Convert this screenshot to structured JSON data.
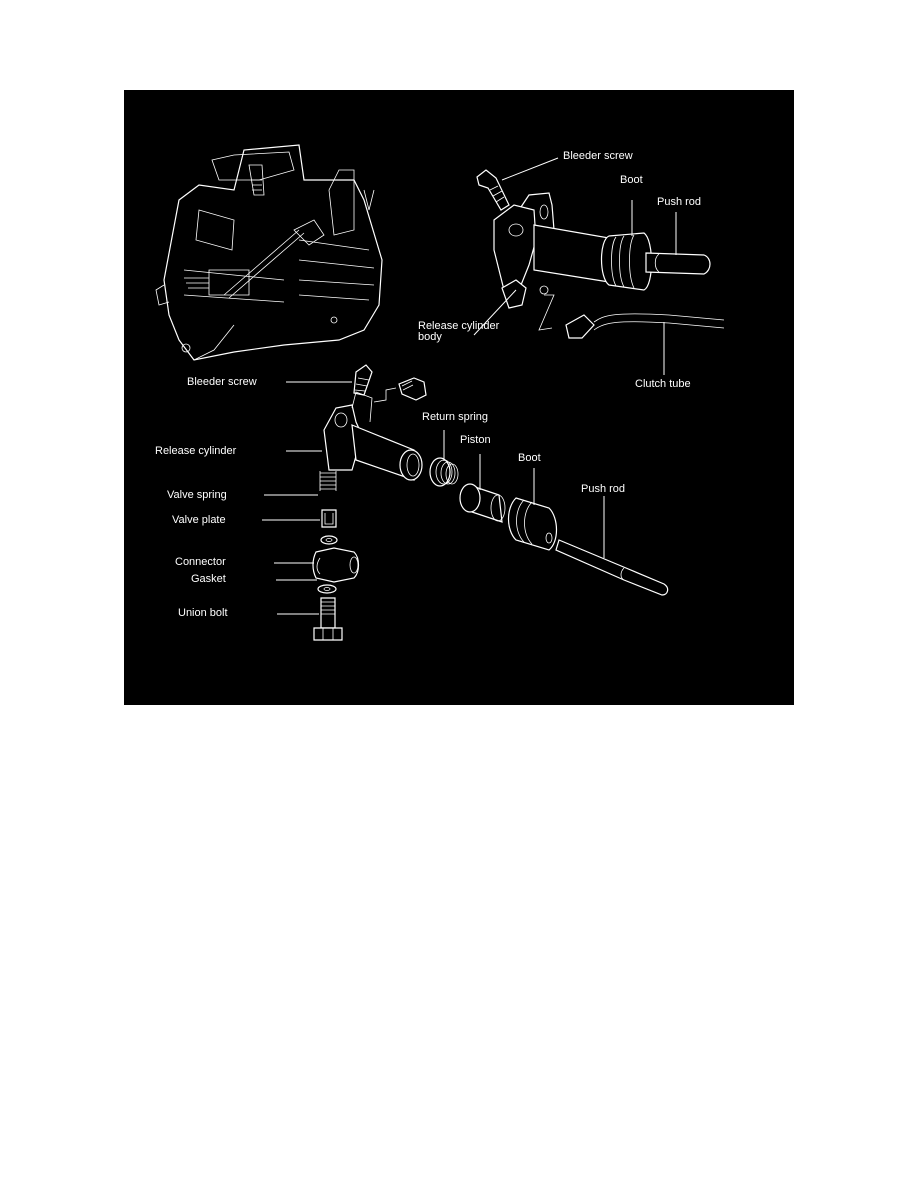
{
  "figure": {
    "background": "#000000",
    "foreground": "#ffffff",
    "top_view": {
      "labels": {
        "bleeder_screw": "Bleeder screw",
        "boot": "Boot",
        "push_rod": "Push rod",
        "release_cylinder_body_line1": "Release cylinder",
        "release_cylinder_body_line2": "body",
        "clutch_tube": "Clutch tube"
      }
    },
    "exploded_view": {
      "labels": {
        "bleeder_screw": "Bleeder screw",
        "return_spring": "Return spring",
        "release_cylinder": "Release cylinder",
        "piston": "Piston",
        "boot": "Boot",
        "push_rod": "Push rod",
        "valve_spring": "Valve spring",
        "valve_plate": "Valve plate",
        "connector": "Connector",
        "gasket": "Gasket",
        "union_bolt": "Union bolt"
      }
    }
  }
}
